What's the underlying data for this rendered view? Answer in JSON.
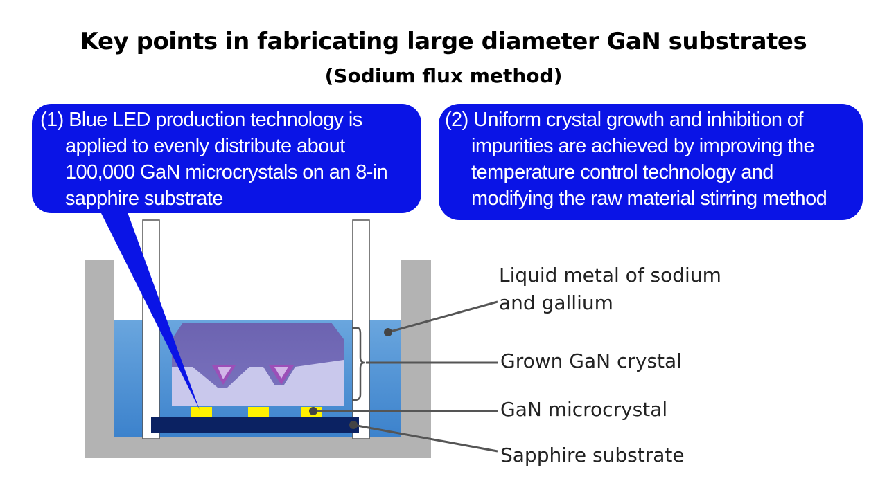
{
  "title": "Key points in fabricating large diameter GaN substrates",
  "subtitle": "(Sodium flux method)",
  "callouts": [
    {
      "number": "(1)",
      "lines": [
        "Blue LED production technology is",
        "applied to evenly distribute about",
        "100,000 GaN microcrystals on an 8-in",
        "sapphire substrate"
      ]
    },
    {
      "number": "(2)",
      "lines": [
        "Uniform crystal growth and inhibition of",
        "impurities are achieved by improving the",
        "temperature control technology and",
        "modifying the raw material stirring method"
      ]
    }
  ],
  "labels": {
    "liquid_line1": "Liquid metal of sodium",
    "liquid_line2": "and gallium",
    "grown": "Grown GaN crystal",
    "micro": "GaN microcrystal",
    "sapphire": "Sapphire substrate"
  },
  "colors": {
    "callout_fill": "#0a14e6",
    "container_gray": "#b3b3b3",
    "liquid_blue": "#4a8fd4",
    "grown_crystal": "#6a66b4",
    "crystal_light": "#c8c8ec",
    "microcrystal": "#ffee00",
    "sapphire": "#0c2466"
  }
}
